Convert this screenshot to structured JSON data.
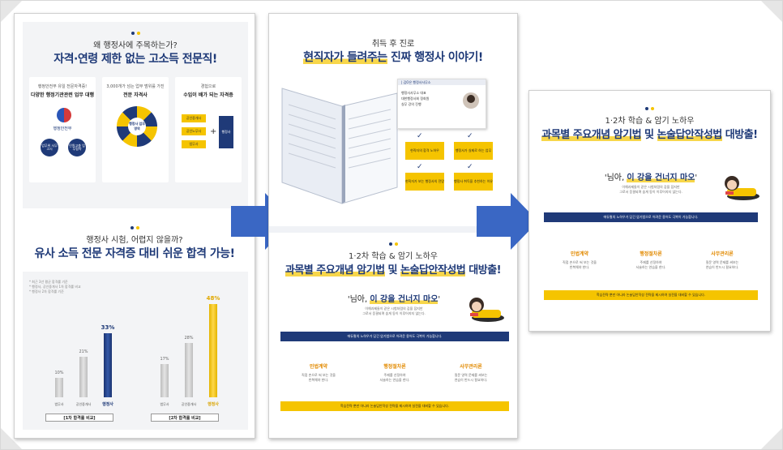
{
  "panel1": {
    "top": {
      "subtitle": "왜 행정사에 주목하는가?",
      "title": "자격·연령 제한 없는 고소득 전문직!",
      "card1": {
        "caption": "행정안전부 유일 전문자격증!",
        "headline": "다양한 행정기관관련 업무 대행",
        "seal_label": "행정안전부",
        "bubbles": [
          "업무위 사무고시",
          "민원고충 업무협약"
        ]
      },
      "card2": {
        "caption": "3,000개가 넘는 업무 범위를 가진",
        "headline": "전문 자격사",
        "center": "행정사 업무 영역"
      },
      "card3": {
        "caption": "경험으로",
        "headline": "수입이 배가 되는 자격증",
        "boxes": [
          "공인중개사",
          "공인노무사",
          "법무사"
        ],
        "plus": "+",
        "result": "행정사"
      }
    },
    "bottom": {
      "subtitle": "행정사 시험, 어렵지 않을까?",
      "title": "유사 소득 전문 자격증 대비 쉬운 합격 가능!",
      "notes": [
        "* 최근 3년 평균 합격률 기준",
        "* 행정사, 공인중개사 1차 합격률 비교",
        "* 행정사 2차 합격률 기준"
      ]
    }
  },
  "chart_data": [
    {
      "type": "bar",
      "title": "[1차 합격률 비교]",
      "categories": [
        "법무사",
        "공인중개사",
        "행정사"
      ],
      "values": [
        10,
        21,
        33
      ],
      "value_labels": [
        "10%",
        "21%",
        "33%"
      ],
      "highlight": "행정사",
      "colors": [
        "#cfcfcf",
        "#cfcfcf",
        "#1f3a78"
      ]
    },
    {
      "type": "bar",
      "title": "[2차 합격률 비교]",
      "categories": [
        "법무사",
        "공인중개사",
        "행정사"
      ],
      "values": [
        17,
        28,
        48
      ],
      "value_labels": [
        "17%",
        "28%",
        "48%"
      ],
      "highlight": "행정사",
      "colors": [
        "#cfcfcf",
        "#cfcfcf",
        "#f5c400"
      ]
    }
  ],
  "panel2": {
    "top": {
      "subtitle": "취득 후 진로",
      "title_hl": "현직자가 들려주는",
      "title_rest": " 진짜 행정사 이야기!",
      "card_header": "| 김O은 행정사사무소",
      "card_lines": [
        "행정사사무소 대표",
        "대한행정사회 정회원",
        "실무 강의 진행"
      ],
      "yellow_cards": [
        "현직자의 합격 노하우",
        "행정사가 실제로 하는 업무",
        "현직자가 보는 행정사의 전망",
        "행정사 취득을 추천하는 이유"
      ]
    },
    "mid": {
      "subtitle": "1·2차 학습 & 암기 노하우",
      "title_hl": "과목별 주요개념 암기법",
      "title_mid": " 및 ",
      "title_hl2": "논술답안작성법",
      "title_rest": " 대방출!",
      "quote_pre": "'님아, ",
      "quote_bold": "이 강을 건너지 마오",
      "quote_post": "'",
      "quote_desc": [
        "이해과제들이 같은 시험처럼의 감을 잡지만",
        "그로서 응결되며 숨게 동이 이루어지지 않는다."
      ],
      "navy_bar": "에듀윌의 노하우가 담긴 암기법으로 어려운 용어도 극복이 가능합니다.",
      "columns": [
        {
          "title": "민법계약",
          "desc": [
            "직접 손으로 써 보는 것을",
            "반복해야 한다."
          ]
        },
        {
          "title": "행정절차론",
          "desc": [
            "주제를 선정하여",
            "서술하는 연습을 한다."
          ]
        },
        {
          "title": "사무관리론",
          "desc": [
            "질문 영역 문제를 써보는",
            "연습이 반드시 필요하다."
          ]
        }
      ],
      "yellow_bar": "학습전략 뿐만 아니라 논술답안작성 전략을 제시하여 실전을 대비할 수 있습니다."
    }
  },
  "panel3": {
    "subtitle": "1·2차 학습 & 암기 노하우",
    "title_hl": "과목별 주요개념 암기법",
    "title_mid": " 및 ",
    "title_hl2": "논술답안작성법",
    "title_rest": " 대방출!",
    "quote_pre": "'님아, ",
    "quote_bold": "이 강을 건너지 마오",
    "quote_post": "'",
    "quote_desc": [
      "이해과제들이 같은 시험처럼의 감을 잡지만",
      "그로서 응결되며 숨게 동이 이루어지지 않는다."
    ],
    "navy_bar": "에듀윌의 노하우가 담긴 암기법으로 어려운 용어도 극복이 가능합니다.",
    "columns": [
      {
        "title": "민법계약",
        "desc": [
          "직접 손으로 써 보는 것을",
          "반복해야 한다."
        ]
      },
      {
        "title": "행정절차론",
        "desc": [
          "주제를 선정하여",
          "서술하는 연습을 한다."
        ]
      },
      {
        "title": "사무관리론",
        "desc": [
          "질문 영역 문제를 써보는",
          "연습이 반드시 필요하다."
        ]
      }
    ],
    "yellow_bar": "학습전략 뿐만 아니라 논술답안작성 전략을 제시하여 실전을 대비할 수 있습니다."
  },
  "colors": {
    "navy": "#1f3a78",
    "yellow": "#f5c400",
    "arrow": "#3a67c4",
    "orange": "#e28a00"
  },
  "icons": [
    "right-arrow-icon",
    "government-seal-icon",
    "check-icon",
    "book-icon",
    "avatar-icon",
    "girl-illustration"
  ]
}
